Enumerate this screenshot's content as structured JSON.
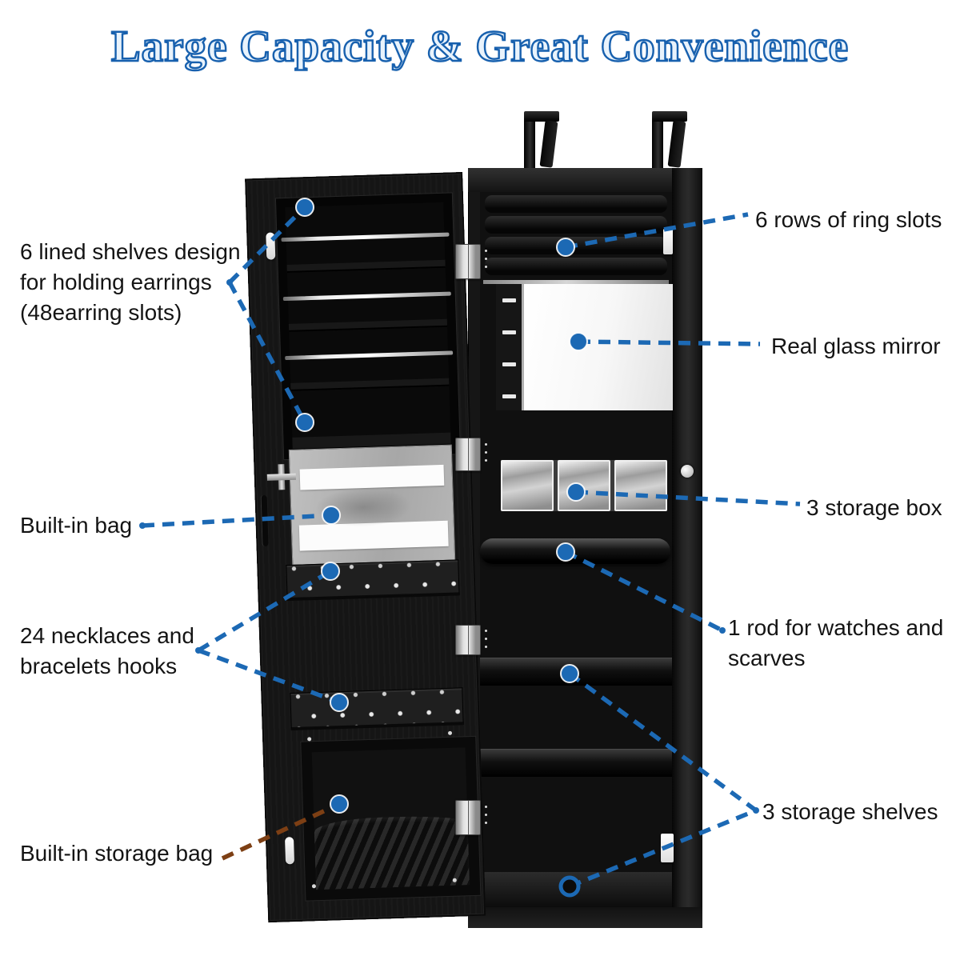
{
  "title": "Large Capacity & Great Convenience",
  "colors": {
    "title_blue": "#1760ae",
    "callout_blue": "#1c69b4",
    "callout_brown": "#7d3f14",
    "label_text": "#141414"
  },
  "callouts": [
    {
      "id": "lined-shelves",
      "side": "left",
      "lines": [
        "6 lined shelves design",
        "for holding earrings",
        "(48earring slots)"
      ]
    },
    {
      "id": "built-in-bag",
      "side": "left",
      "lines": [
        "Built-in bag"
      ]
    },
    {
      "id": "necklace-hooks",
      "side": "left",
      "lines": [
        "24 necklaces and",
        "bracelets hooks"
      ]
    },
    {
      "id": "storage-bag",
      "side": "left",
      "lines": [
        "Built-in storage bag"
      ]
    },
    {
      "id": "ring-slots",
      "side": "right",
      "lines": [
        "6 rows of ring slots"
      ]
    },
    {
      "id": "glass-mirror",
      "side": "right",
      "lines": [
        "Real glass mirror"
      ]
    },
    {
      "id": "storage-box",
      "side": "right",
      "lines": [
        "3 storage box"
      ]
    },
    {
      "id": "watch-rod",
      "side": "right",
      "lines": [
        "1 rod for watches and",
        "scarves"
      ]
    },
    {
      "id": "storage-shelves",
      "side": "right",
      "lines": [
        "3 storage shelves"
      ]
    }
  ]
}
